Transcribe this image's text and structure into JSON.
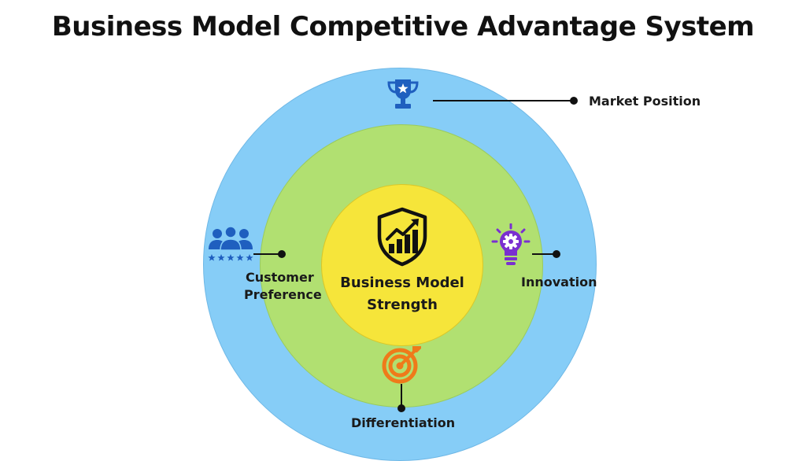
{
  "title": "Business Model Competitive Advantage System",
  "center": {
    "line1": "Business Model",
    "line2": "Strength"
  },
  "layers": {
    "market_position": "Market Position",
    "customer_preference_line1": "Customer",
    "customer_preference_line2": "Preference",
    "innovation": "Innovation",
    "differentiation": "Differentiation"
  },
  "colors": {
    "outer_ring": "#86cdf7",
    "middle_ring": "#b1e071",
    "inner_circle": "#f6e53a",
    "trophy": "#1f5fbf",
    "customers": "#1f5fbf",
    "innovation": "#7a2fd0",
    "target": "#ef7a1a"
  },
  "icons": {
    "trophy": "trophy-star-icon",
    "customers": "customers-rating-icon",
    "shield": "shield-growth-chart-icon",
    "lightbulb": "lightbulb-gear-icon",
    "target": "target-arrow-icon"
  }
}
